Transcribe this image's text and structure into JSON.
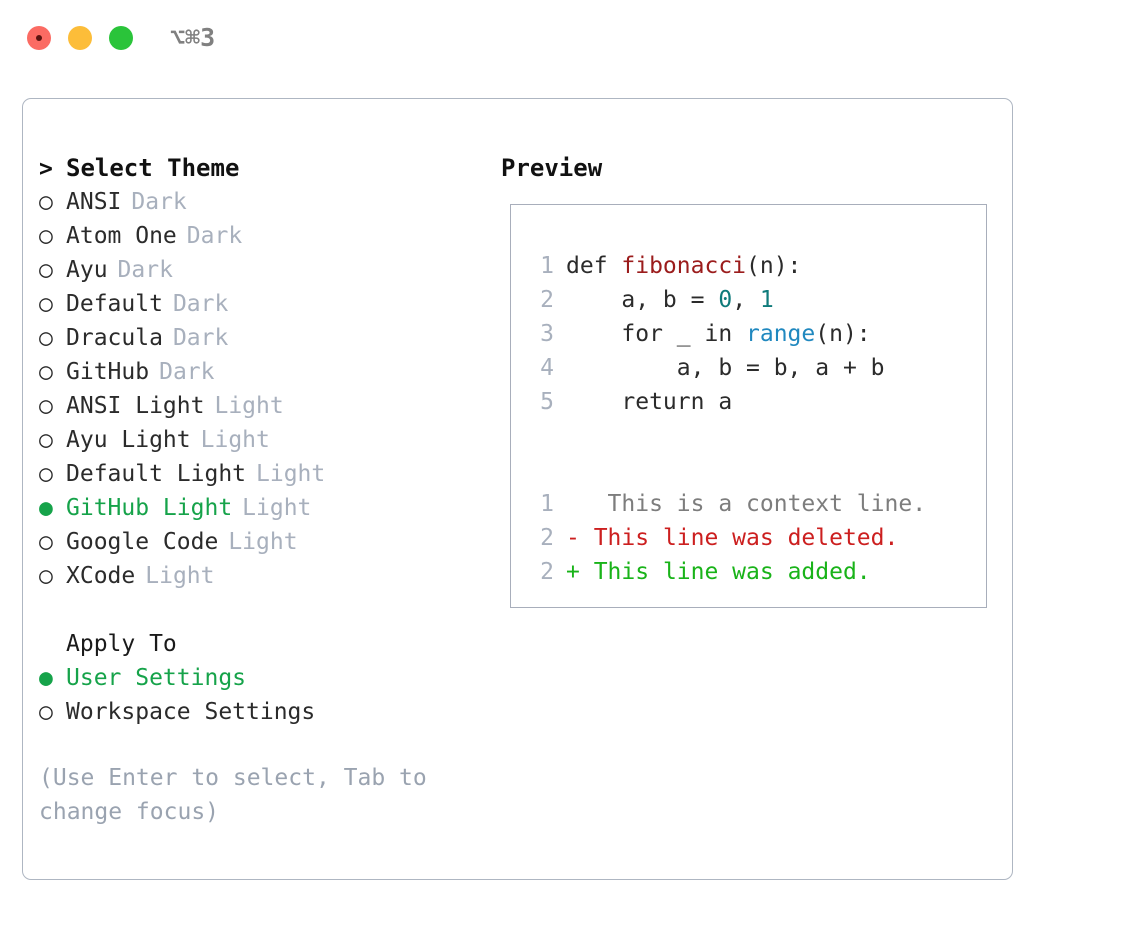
{
  "titlebar": {
    "shortcut": "⌥⌘3",
    "dots": [
      "close-red",
      "minimize-yellow",
      "maximize-green"
    ]
  },
  "theme_picker": {
    "header_prompt": ">",
    "header_label": "Select Theme",
    "marker_unselected": "○",
    "marker_selected": "●",
    "items": [
      {
        "name": "ANSI",
        "variant": "Dark",
        "selected": false
      },
      {
        "name": "Atom One",
        "variant": "Dark",
        "selected": false
      },
      {
        "name": "Ayu",
        "variant": "Dark",
        "selected": false
      },
      {
        "name": "Default",
        "variant": "Dark",
        "selected": false
      },
      {
        "name": "Dracula",
        "variant": "Dark",
        "selected": false
      },
      {
        "name": "GitHub",
        "variant": "Dark",
        "selected": false
      },
      {
        "name": "ANSI Light",
        "variant": "Light",
        "selected": false
      },
      {
        "name": "Ayu Light",
        "variant": "Light",
        "selected": false
      },
      {
        "name": "Default Light",
        "variant": "Light",
        "selected": false
      },
      {
        "name": "GitHub Light",
        "variant": "Light",
        "selected": true
      },
      {
        "name": "Google Code",
        "variant": "Light",
        "selected": false
      },
      {
        "name": "XCode",
        "variant": "Light",
        "selected": false
      }
    ]
  },
  "apply_to": {
    "title": "Apply To",
    "options": [
      {
        "label": "User Settings",
        "selected": true
      },
      {
        "label": "Workspace Settings",
        "selected": false
      }
    ]
  },
  "hint": "(Use Enter to select, Tab to change focus)",
  "preview": {
    "title": "Preview",
    "code_lines": [
      {
        "num": "1",
        "parts": [
          {
            "t": "def ",
            "c": "plain"
          },
          {
            "t": "fibonacci",
            "c": "fn"
          },
          {
            "t": "(n):",
            "c": "plain"
          }
        ]
      },
      {
        "num": "2",
        "parts": [
          {
            "t": "    a, b = ",
            "c": "plain"
          },
          {
            "t": "0",
            "c": "num"
          },
          {
            "t": ", ",
            "c": "plain"
          },
          {
            "t": "1",
            "c": "num"
          }
        ]
      },
      {
        "num": "3",
        "parts": [
          {
            "t": "    for _ in ",
            "c": "plain"
          },
          {
            "t": "range",
            "c": "bi"
          },
          {
            "t": "(n):",
            "c": "plain"
          }
        ]
      },
      {
        "num": "4",
        "parts": [
          {
            "t": "        a, b = b, a + b",
            "c": "plain"
          }
        ]
      },
      {
        "num": "5",
        "parts": [
          {
            "t": "    return a",
            "c": "plain"
          }
        ]
      }
    ],
    "diff_lines": [
      {
        "num": "1",
        "sign": " ",
        "text": "  This is a context line.",
        "kind": "context"
      },
      {
        "num": "2",
        "sign": "-",
        "text": " This line was deleted.",
        "kind": "deleted"
      },
      {
        "num": "2",
        "sign": "+",
        "text": " This line was added.",
        "kind": "added"
      }
    ]
  },
  "colors": {
    "selected_green": "#16a34a",
    "variant_gray": "#a8b0bd",
    "hint_gray": "#9aa3b0",
    "panel_border": "#aeb6c2",
    "preview_border": "#a8aebb",
    "line_number": "#a8b0bd",
    "token_function": "#9b1c1c",
    "token_number": "#0f7b7b",
    "token_builtin": "#2088bf",
    "diff_context": "#7d7d7d",
    "diff_deleted": "#cc1f1f",
    "diff_added": "#19b319"
  }
}
